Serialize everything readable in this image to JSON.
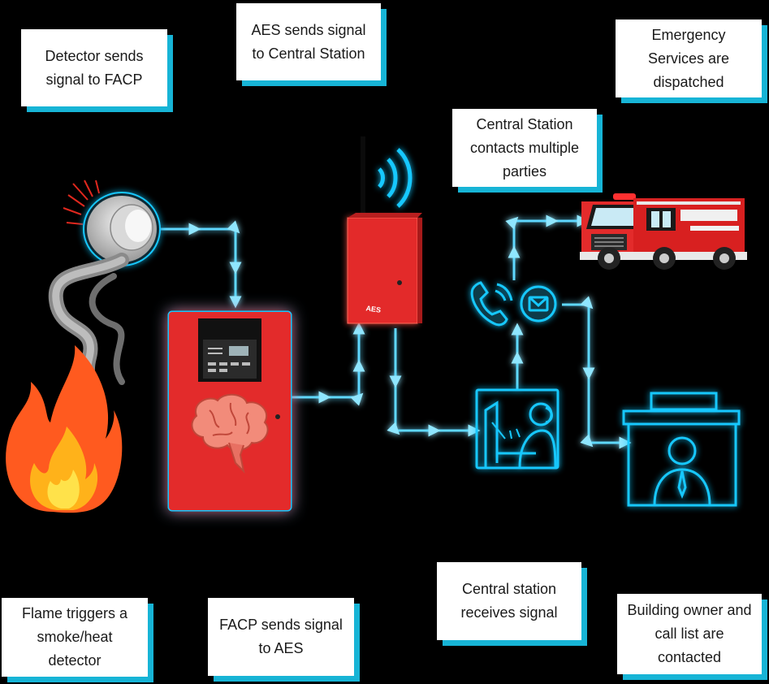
{
  "captions": {
    "detector": "Detector sends signal to FACP",
    "aes_send": "AES sends signal to Central Station",
    "emergency": "Emergency Services are dispatched",
    "central_contacts": "Central Station contacts multiple parties",
    "flame": "Flame triggers a smoke/heat detector",
    "facp_send": "FACP sends signal to AES",
    "central_receives": "Central station receives signal",
    "building_owner": "Building owner and call list are contacted"
  },
  "device_labels": {
    "aes_brand": "AES"
  },
  "colors": {
    "accent": "#17b4d6",
    "glow": "#19c8ff",
    "panel_red": "#e32b2b",
    "fire_orange": "#ff5a1f",
    "fire_yellow": "#ffd21a"
  }
}
